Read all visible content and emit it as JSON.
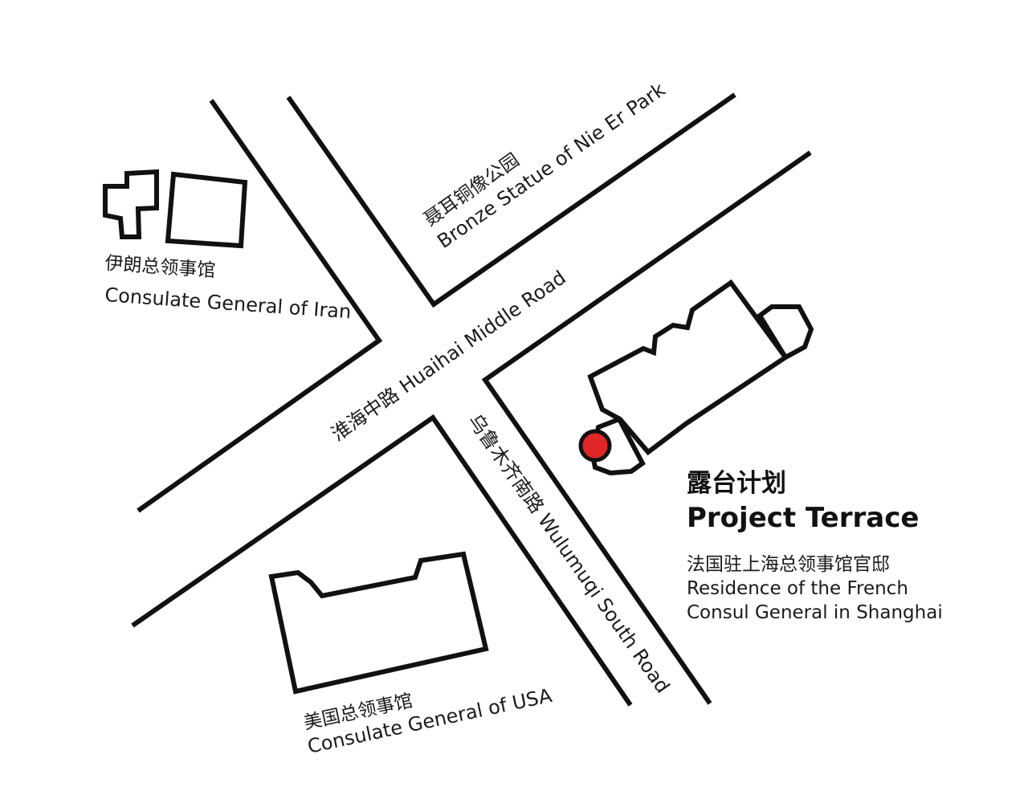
{
  "map": {
    "colors": {
      "road": "#111111",
      "building": "#111111",
      "marker": "#e02626",
      "background": "#ffffff"
    },
    "labels": {
      "iran_zh": "伊朗总领事馆",
      "iran_en": "Consulate General of Iran",
      "nieer_zh": "聂耳铜像公园",
      "nieer_en": "Bronze Statue of Nie Er Park",
      "huaihai": "淮海中路 Huaihai Middle Road",
      "wulumuqi": "乌鲁木齐南路 Wulumuqi South Road",
      "usa_zh": "美国总领事馆",
      "usa_en": "Consulate General of USA"
    },
    "project": {
      "title_zh": "露台计划",
      "title_en": "Project Terrace",
      "subtitle_zh": "法国驻上海总领事馆官邸",
      "subtitle_en_line1": "Residence of the French",
      "subtitle_en_line2": "Consul General in Shanghai"
    }
  }
}
